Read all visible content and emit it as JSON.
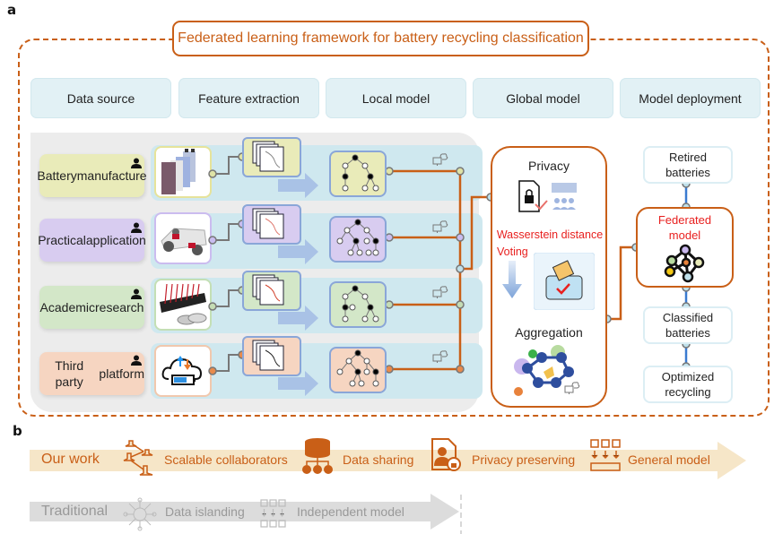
{
  "panel_a": {
    "letter": "a",
    "title": "Federated learning framework for battery recycling classification",
    "headers": [
      "Data source",
      "Feature extraction",
      "Local model",
      "Global model",
      "Model deployment"
    ],
    "sources": [
      {
        "label_line1": "Battery",
        "label_line2": "manufacture",
        "color": "#e9ebb9",
        "border": "#e6e39a",
        "node": "#dfe3a6",
        "image": "battery-cell-icon"
      },
      {
        "label_line1": "Practical",
        "label_line2": "application",
        "color": "#d8ccf0",
        "border": "#cbbcef",
        "node": "#c9bdf0",
        "image": "electric-vehicle-chassis-icon"
      },
      {
        "label_line1": "Academic",
        "label_line2": "research",
        "color": "#d3e7c8",
        "border": "#c4dfb5",
        "node": "#c5dcb4",
        "image": "battery-test-rig-icon"
      },
      {
        "label_line1": "Third party",
        "label_line2": "platform",
        "color": "#f6d5c1",
        "border": "#f1c8ad",
        "node": "#e88a4c",
        "image": "cloud-battery-icon"
      }
    ],
    "global_model": {
      "privacy_label": "Privacy",
      "wasserstein_label": "Wasserstein distance",
      "voting_label": "Voting",
      "aggregation_label": "Aggregation"
    },
    "deployment": {
      "retired": [
        "Retired",
        "batteries"
      ],
      "federated": [
        "Federated",
        "model"
      ],
      "classified": [
        "Classified",
        "batteries"
      ],
      "optimized": [
        "Optimized",
        "recycling"
      ]
    },
    "colors": {
      "accent": "#c95f17",
      "header_bg": "#e2f1f5",
      "lane_bg": "#cfe8ef",
      "highlight_red": "#e8201f"
    }
  },
  "panel_b": {
    "letter": "b",
    "our_work": {
      "label": "Our work",
      "items": [
        "Scalable collaborators",
        "Data sharing",
        "Privacy preserving",
        "General model"
      ],
      "color": "#c95f17",
      "band": "#f6e6c8"
    },
    "traditional": {
      "label": "Traditional",
      "items": [
        "Data islanding",
        "Independent model"
      ],
      "color": "#999999",
      "band": "#dcdcdc"
    }
  }
}
